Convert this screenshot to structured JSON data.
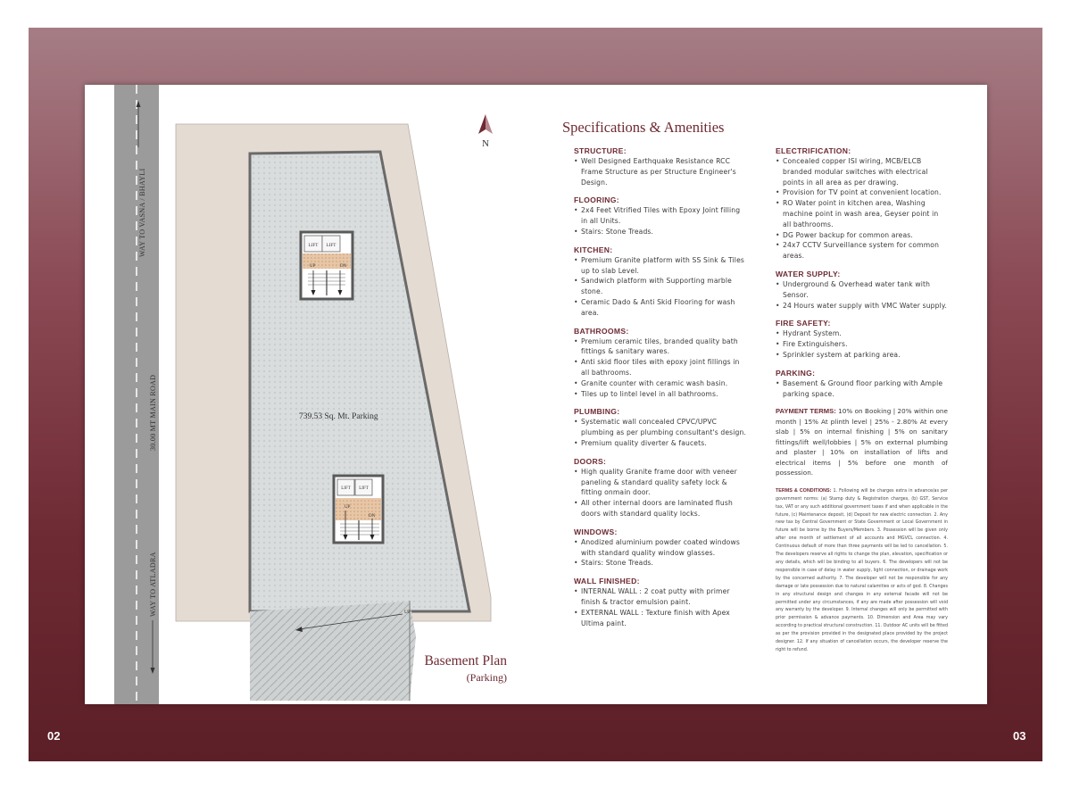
{
  "pages": {
    "left": "02",
    "right": "03"
  },
  "plan": {
    "road_label_top": "WAY TO VASNA / BHAYLI",
    "road_label_mid": "30.00 MT MAIN ROAD",
    "road_label_bottom": "WAY TO ATLADRA",
    "north": "N",
    "parking_area": "739.53 Sq. Mt. Parking",
    "lift": "LIFT",
    "up": "UP",
    "dn": "DN",
    "title": "Basement Plan",
    "subtitle": "(Parking)"
  },
  "specs": {
    "title": "Specifications & Amenities",
    "left_sections": [
      {
        "heading": "STRUCTURE:",
        "items": [
          "Well Designed Earthquake Resistance RCC Frame Structure as per Structure Engineer's Design."
        ]
      },
      {
        "heading": "FLOORING:",
        "items": [
          "2x4 Feet Vitrified Tiles with Epoxy Joint filling in all Units.",
          "Stairs: Stone Treads."
        ]
      },
      {
        "heading": "KITCHEN:",
        "items": [
          "Premium Granite platform with SS Sink & Tiles up to slab Level.",
          "Sandwich platform with Supporting marble stone.",
          "Ceramic Dado & Anti Skid Flooring for wash area."
        ]
      },
      {
        "heading": "BATHROOMS:",
        "items": [
          "Premium ceramic tiles, branded quality bath fittings & sanitary wares.",
          "Anti skid floor tiles with epoxy joint fillings in all bathrooms.",
          "Granite counter with ceramic wash basin.",
          "Tiles up to lintel level in all bathrooms."
        ]
      },
      {
        "heading": "PLUMBING:",
        "items": [
          "  Systematic wall concealed CPVC/UPVC plumbing as per plumbing consultant's design.",
          "Premium quality diverter & faucets."
        ]
      },
      {
        "heading": "DOORS:",
        "items": [
          "High quality Granite frame door with veneer paneling & standard quality safety lock & fitting onmain door.",
          "All other internal doors are laminated flush doors with standard quality locks."
        ]
      },
      {
        "heading": "WINDOWS:",
        "items": [
          "Anodized aluminium powder coated windows with standard quality window glasses.",
          "Stairs: Stone Treads."
        ]
      },
      {
        "heading": "WALL FINISHED:",
        "items": [
          "INTERNAL WALL : 2 coat putty with primer finish & tractor emulsion paint.",
          "EXTERNAL WALL : Texture finish with Apex Ultima paint."
        ]
      }
    ],
    "right_sections": [
      {
        "heading": "ELECTRIFICATION:",
        "items": [
          "Concealed copper ISI wiring, MCB/ELCB branded modular switches with electrical points in all area as per drawing.",
          "Provision for TV point at convenient location.",
          "RO Water point in kitchen area, Washing machine point in wash area, Geyser point in all bathrooms.",
          "DG Power backup for common areas.",
          "24x7 CCTV Surveillance system for common areas."
        ]
      },
      {
        "heading": "WATER SUPPLY:",
        "items": [
          "Underground & Overhead water tank with Sensor.",
          "24 Hours water supply with VMC Water supply."
        ]
      },
      {
        "heading": "FIRE SAFETY:",
        "items": [
          "Hydrant System.",
          "Fire Extinguishers.",
          "Sprinkler system at parking area."
        ]
      },
      {
        "heading": "PARKING:",
        "items": [
          "Basement & Ground floor parking with Ample parking space."
        ]
      }
    ],
    "payment_label": "PAYMENT TERMS:",
    "payment_text": " 10% on Booking | 20% within one month | 15% At plinth level | 25% - 2.80% At every slab | 5% on internal finishing | 5% on sanitary fittings/lift well/lobbies | 5% on external plumbing and plaster | 10% on installation of lifts and electrical items | 5% before one month of possession.",
    "terms_label": "TERMS & CONDITIONS:",
    "terms_text": " 1. Following will be charges extra in advance/as per government norms: (a) Stamp duty & Registration charges, (b) GST, Service tax, VAT or any such additional government taxes if and when applicable in the future, (c) Maintenance deposit, (d) Deposit for new electric connection. 2. Any new tax by Central Government or State Government or Local Government in future will be borne by the Buyers/Members. 3. Possession will be given only after one month of settlement of all accounts and MGVCL connection. 4. Continuous default of more than three payments will be led to cancellation. 5. The developers reserve all rights to change the plan, elevation, specification or any details, which will be binding to all buyers. 6. The developers will not be responsible in case of delay in water supply, light connection, or drainage work by the concerned authority. 7. The developer will not be responsible for any damage or late possession due to natural calamities or acts of god. 8. Changes in any structural design and changes in any external facade will not be permitted under any circumstances, if any are made after possession will void any warranty by the developer. 9. Internal changes will only be permitted with prior permission & advance payments. 10. Dimension and Area may vary according to practical structural construction. 11. Outdoor AC units will be fitted as per the provision provided in the designated place provided by the project designer. 12. If any situation of cancellation occurs, the developer reserve the right to refund."
  },
  "colors": {
    "accent": "#6e2a33",
    "frame_top": "#a67d85",
    "frame_bottom": "#5c1f27",
    "road": "#9b9b9b",
    "setback": "#e4dbd2",
    "parking": "#d9dcdc"
  }
}
